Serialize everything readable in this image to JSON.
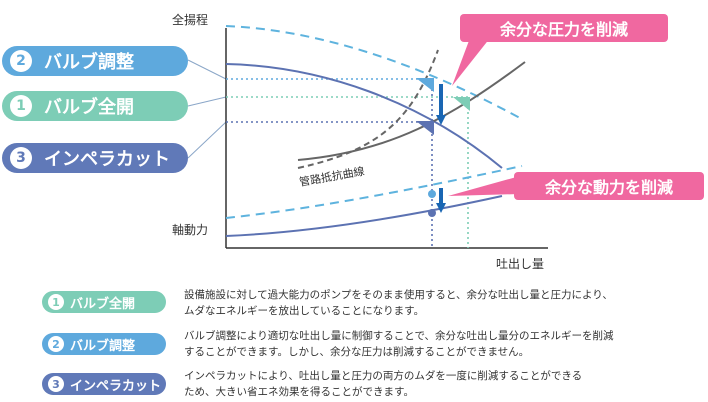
{
  "colors": {
    "green": "#7dcdb6",
    "blue": "#5ea9dd",
    "navy": "#6079b8",
    "pink": "#f068a0",
    "curve": "#5c72b2",
    "dash": "#5eb3de",
    "system": "#666666"
  },
  "axis": {
    "y_top_label": "全揚程",
    "y_bottom_label": "軸動力",
    "x_label": "吐出し量"
  },
  "system_curve_label": "管路抵抗曲線",
  "callouts": {
    "pressure": "余分な圧力を削減",
    "power": "余分な動力を削減"
  },
  "methods": [
    {
      "num": "2",
      "label": "バルブ調整"
    },
    {
      "num": "1",
      "label": "バルブ全開"
    },
    {
      "num": "3",
      "label": "インペラカット"
    }
  ],
  "legend": [
    {
      "num": "1",
      "label": "バルブ全開",
      "desc1": "設備施設に対して過大能力のポンプをそのまま使用すると、余分な吐出し量と圧力により、",
      "desc2": "ムダなエネルギーを放出していることになります。"
    },
    {
      "num": "2",
      "label": "バルブ調整",
      "desc1": "バルブ調整により適切な吐出し量に制御することで、余分な吐出し量分のエネルギーを削減",
      "desc2": "することができます。しかし、余分な圧力は削減することができません。"
    },
    {
      "num": "3",
      "label": "インペラカット",
      "desc1": "インペラカットにより、吐出し量と圧力の両方のムダを一度に削減することができる",
      "desc2": "ため、大きい省エネ効果を得ることができます。"
    }
  ]
}
